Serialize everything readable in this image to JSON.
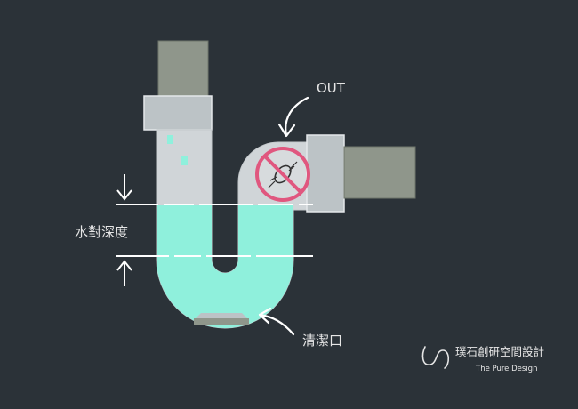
{
  "labels": {
    "out": "OUT",
    "water_seal_depth": "水對深度",
    "cleanout": "清潔口"
  },
  "brand": {
    "name": "璞石創研空間設計",
    "tagline": "The Pure Design"
  },
  "colors": {
    "background": "#2b3238",
    "pipe": "#d0d5d8",
    "pipe_outline": "#c4c9cc",
    "fitting": "#bcc3c6",
    "cap": "#8f968b",
    "water": "#8ff0dc",
    "no_sign": "#e0577f",
    "annotation": "#ffffff"
  },
  "icons": {
    "prohibition": "no-cockroach-icon",
    "logo": "brand-logo-icon"
  }
}
